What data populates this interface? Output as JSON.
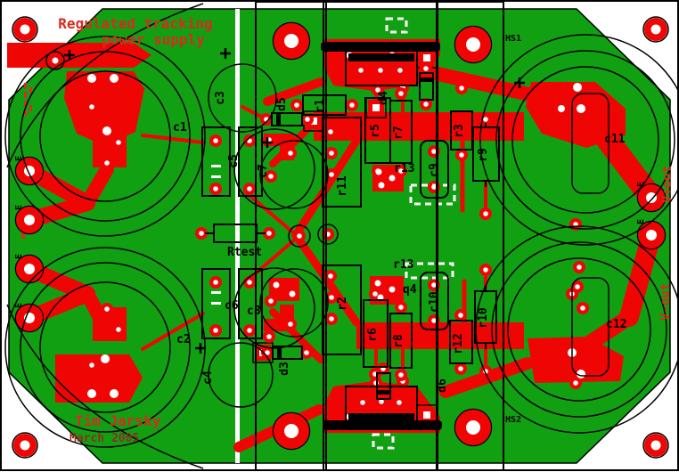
{
  "title": {
    "line1": "Regulated tracking",
    "line2": "power supply"
  },
  "credits": {
    "author": "Tim Jarsky",
    "date": "March 2005"
  },
  "colors": {
    "board_green": "#11a011",
    "copper_red": "#f00505",
    "silkscreen_white": "#ffffff",
    "outline_black": "#000000",
    "title_red": "#d62b1f",
    "date_dark_red": "#8c2f24"
  },
  "labels": {
    "c1": "c1",
    "c2": "c2",
    "c3": "c3",
    "c4": "c4",
    "c5": "c5",
    "c6": "c6",
    "c7": "c7",
    "c8": "c8",
    "c9": "c9",
    "c10": "c10",
    "c11": "c11",
    "c12": "c12",
    "r1": "r1",
    "r2": "r2",
    "r3": "r3",
    "r5": "r5",
    "r6": "r6",
    "r7": "r7",
    "r8": "r8",
    "r9": "r9",
    "r10": "r10",
    "r11": "r11",
    "r12": "r12",
    "r13_upper": "r13",
    "r13_lower": "r13",
    "rtest": "Rtest",
    "q4": "q4",
    "d3": "d3",
    "d4": "d4",
    "d5": "d5",
    "d6": "d6",
    "hs1": "HS1",
    "hs2": "HS2",
    "vout_pos": "V+out",
    "vout_neg": "V-out",
    "pad_terminal": "E"
  }
}
